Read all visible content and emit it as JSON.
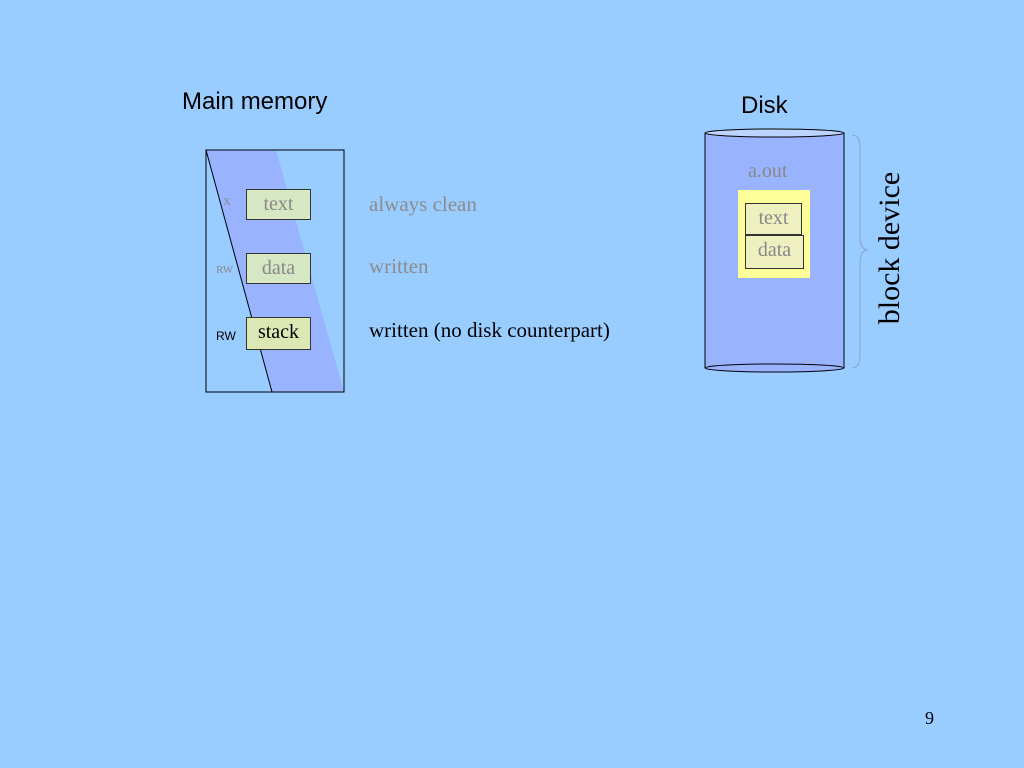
{
  "slide": {
    "page_number": "9"
  },
  "main_memory": {
    "title": "Main memory",
    "segments": [
      {
        "label": "text",
        "perm": "X",
        "description": "always clean"
      },
      {
        "label": "data",
        "perm": "RW",
        "description": "written"
      },
      {
        "label": "stack",
        "perm": "RW",
        "description": "written (no disk counterpart)"
      }
    ]
  },
  "disk": {
    "title": "Disk",
    "file_label": "a.out",
    "segments": [
      {
        "label": "text"
      },
      {
        "label": "data"
      }
    ],
    "side_label": "block device"
  },
  "colors": {
    "background": "#99ccff",
    "memory_fill": "#99b3ff",
    "segment_fill": "#d6e7c3",
    "file_fill": "#ffff99",
    "muted_text": "#888888"
  }
}
